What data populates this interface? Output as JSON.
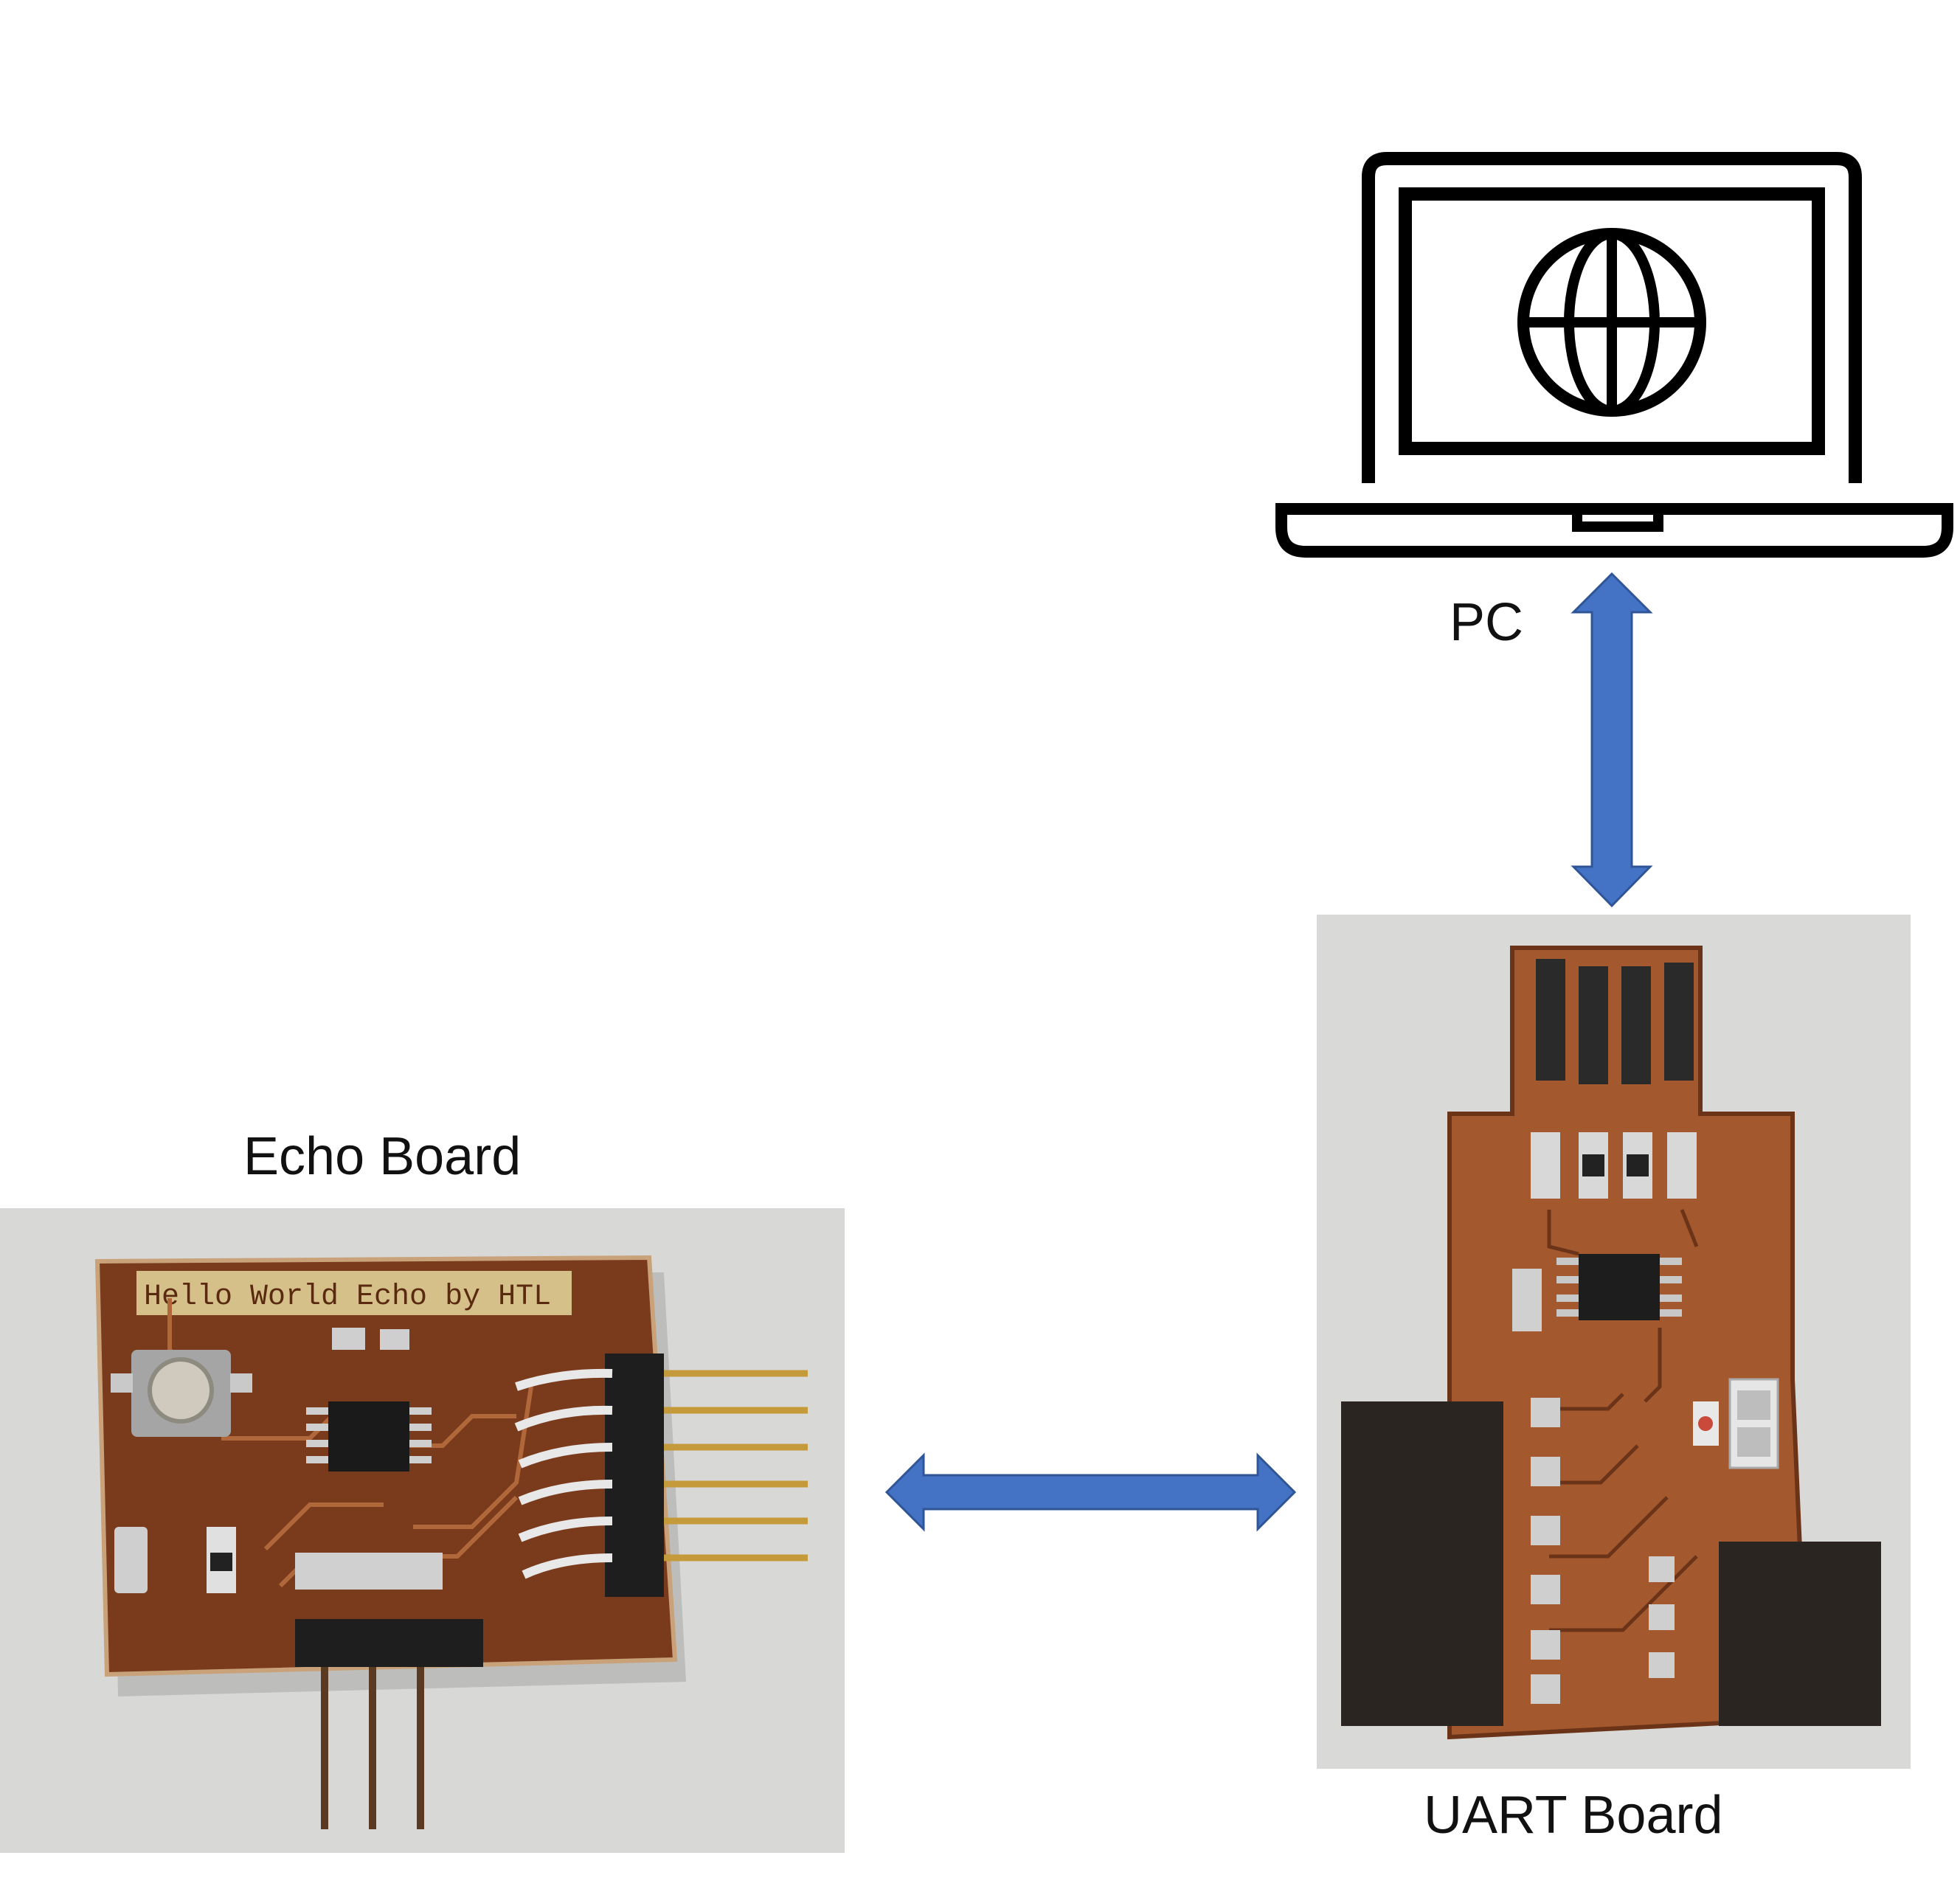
{
  "labels": {
    "pc": "PC",
    "echo_board": "Echo Board",
    "uart_board": "UART Board"
  },
  "echo_board": {
    "silkscreen": "Hello World Echo by HTL"
  },
  "colors": {
    "arrow": "#4472C4",
    "arrow_border": "#2F5597",
    "outline": "#000000",
    "photo_background": "#d9d9d7",
    "copper": "#7a3a1c",
    "pcb_light": "#a4582e"
  },
  "icons": [
    "laptop-icon",
    "globe-icon"
  ],
  "arrows": [
    {
      "name": "pc-uart-arrow",
      "direction": "vertical, bidirectional"
    },
    {
      "name": "echo-uart-arrow",
      "direction": "horizontal, bidirectional"
    }
  ]
}
